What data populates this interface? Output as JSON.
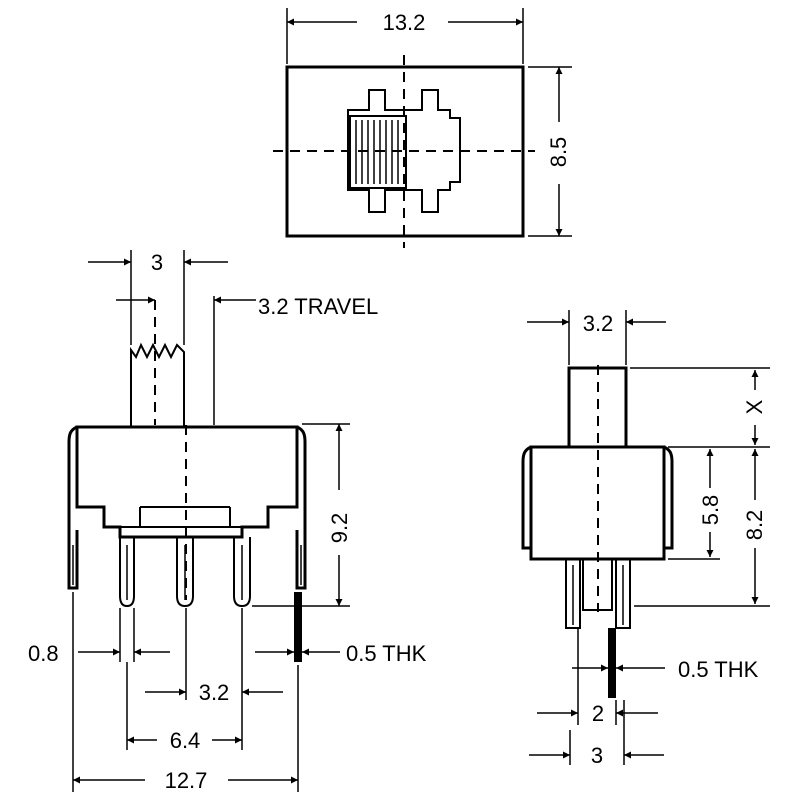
{
  "top_view": {
    "width_dim": "13.2",
    "height_dim": "8.5"
  },
  "front_view": {
    "actuator_dim": "3",
    "travel_dim": "3.2 TRAVEL",
    "height_dim": "9.2",
    "pin_width_dim": "0.8",
    "thickness_dim": "0.5  THK",
    "pitch_dim": "3.2",
    "outer_pin_dim": "6.4",
    "total_width_dim": "12.7"
  },
  "side_view": {
    "actuator_dim": "3.2",
    "x_dim": "X",
    "body_dim": "5.8",
    "height_dim": "8.2",
    "thickness_dim": "0.5  THK",
    "pin_gap_dim": "2",
    "pin_span_dim": "3"
  }
}
